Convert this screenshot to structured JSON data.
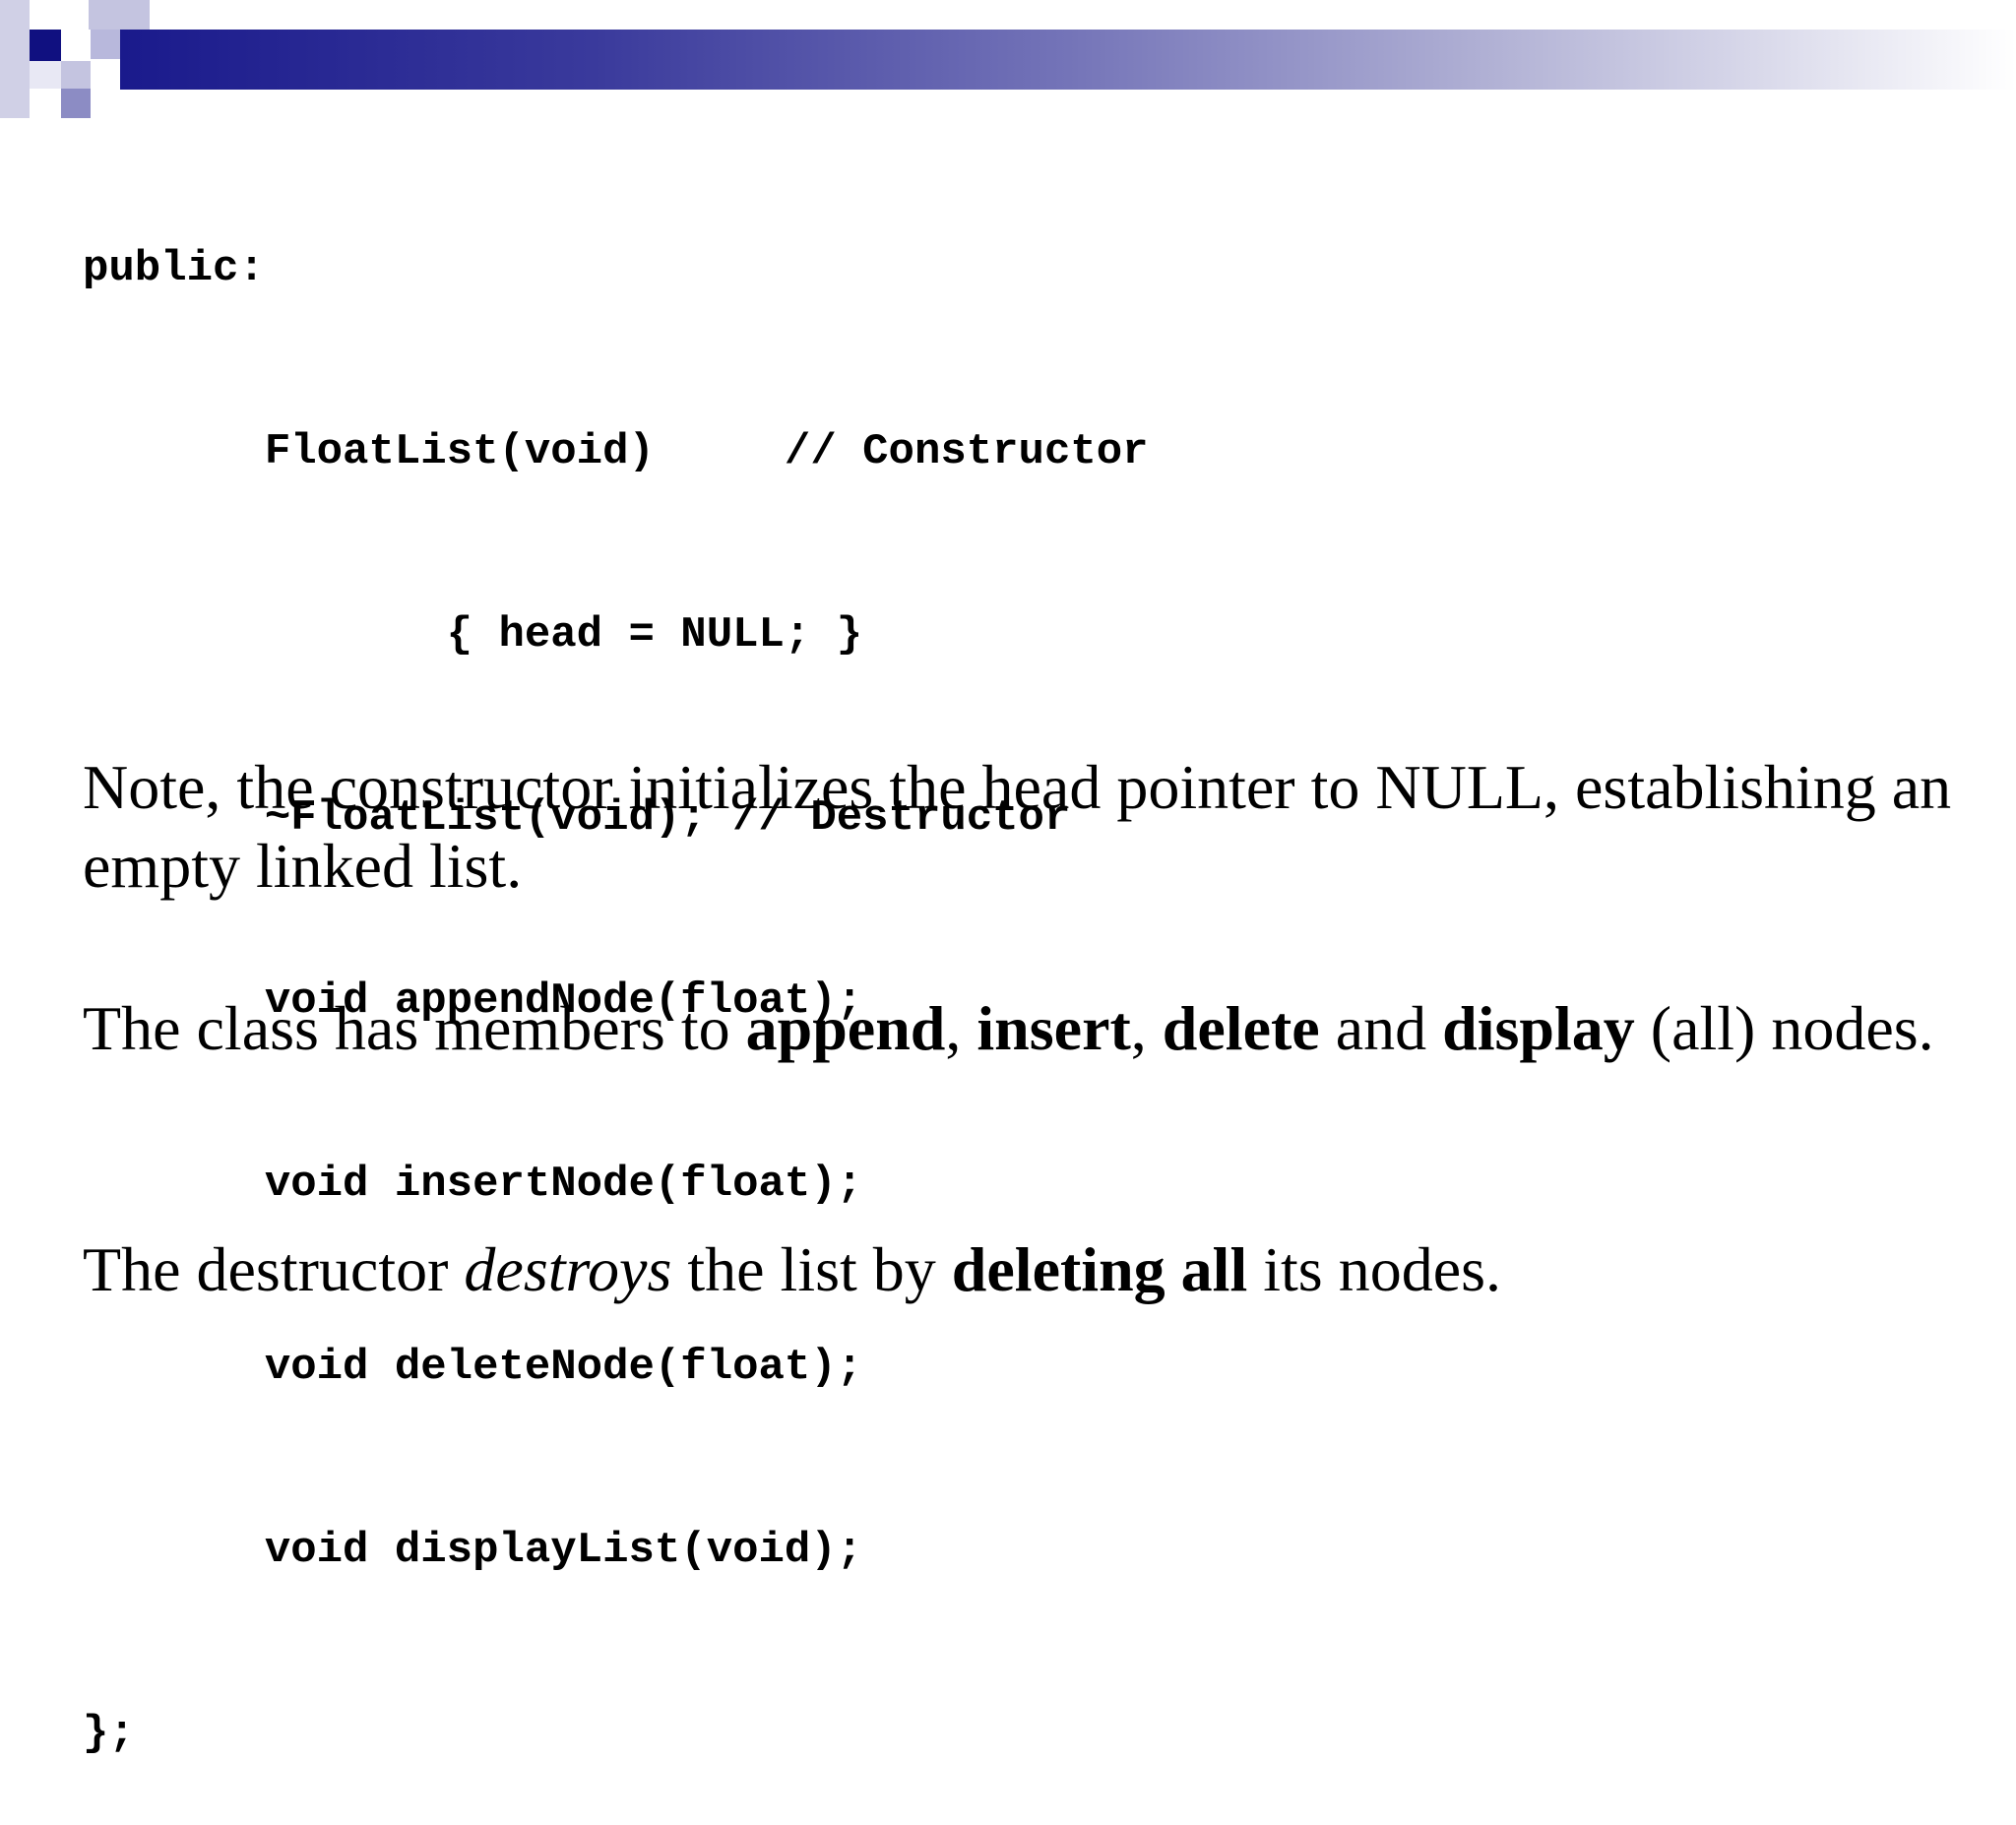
{
  "code": {
    "lines": [
      "public:",
      "       FloatList(void)     // Constructor",
      "              { head = NULL; }",
      "       ~FloatList(void); // Destructor",
      "       void appendNode(float);",
      "       void insertNode(float);",
      "       void deleteNode(float);",
      "       void displayList(void);",
      "};"
    ]
  },
  "notes": {
    "p1": {
      "text": "Note, the constructor initializes the head pointer to NULL, establishing an empty linked list."
    },
    "p2": {
      "t1": "The class has members to ",
      "b1": "append",
      "t2": ", ",
      "b2": "insert",
      "t3": ", ",
      "b3": "delete",
      "t4": " and ",
      "b4": "display",
      "t5": " (all) nodes."
    },
    "p3": {
      "t1": "The destructor ",
      "i1": "destroys",
      "t2": " the list by ",
      "b1": "deleting all",
      "t3": " its nodes."
    }
  },
  "theme": {
    "header_gradient_start": "#1a1a8c",
    "header_gradient_end": "#ffffff"
  }
}
